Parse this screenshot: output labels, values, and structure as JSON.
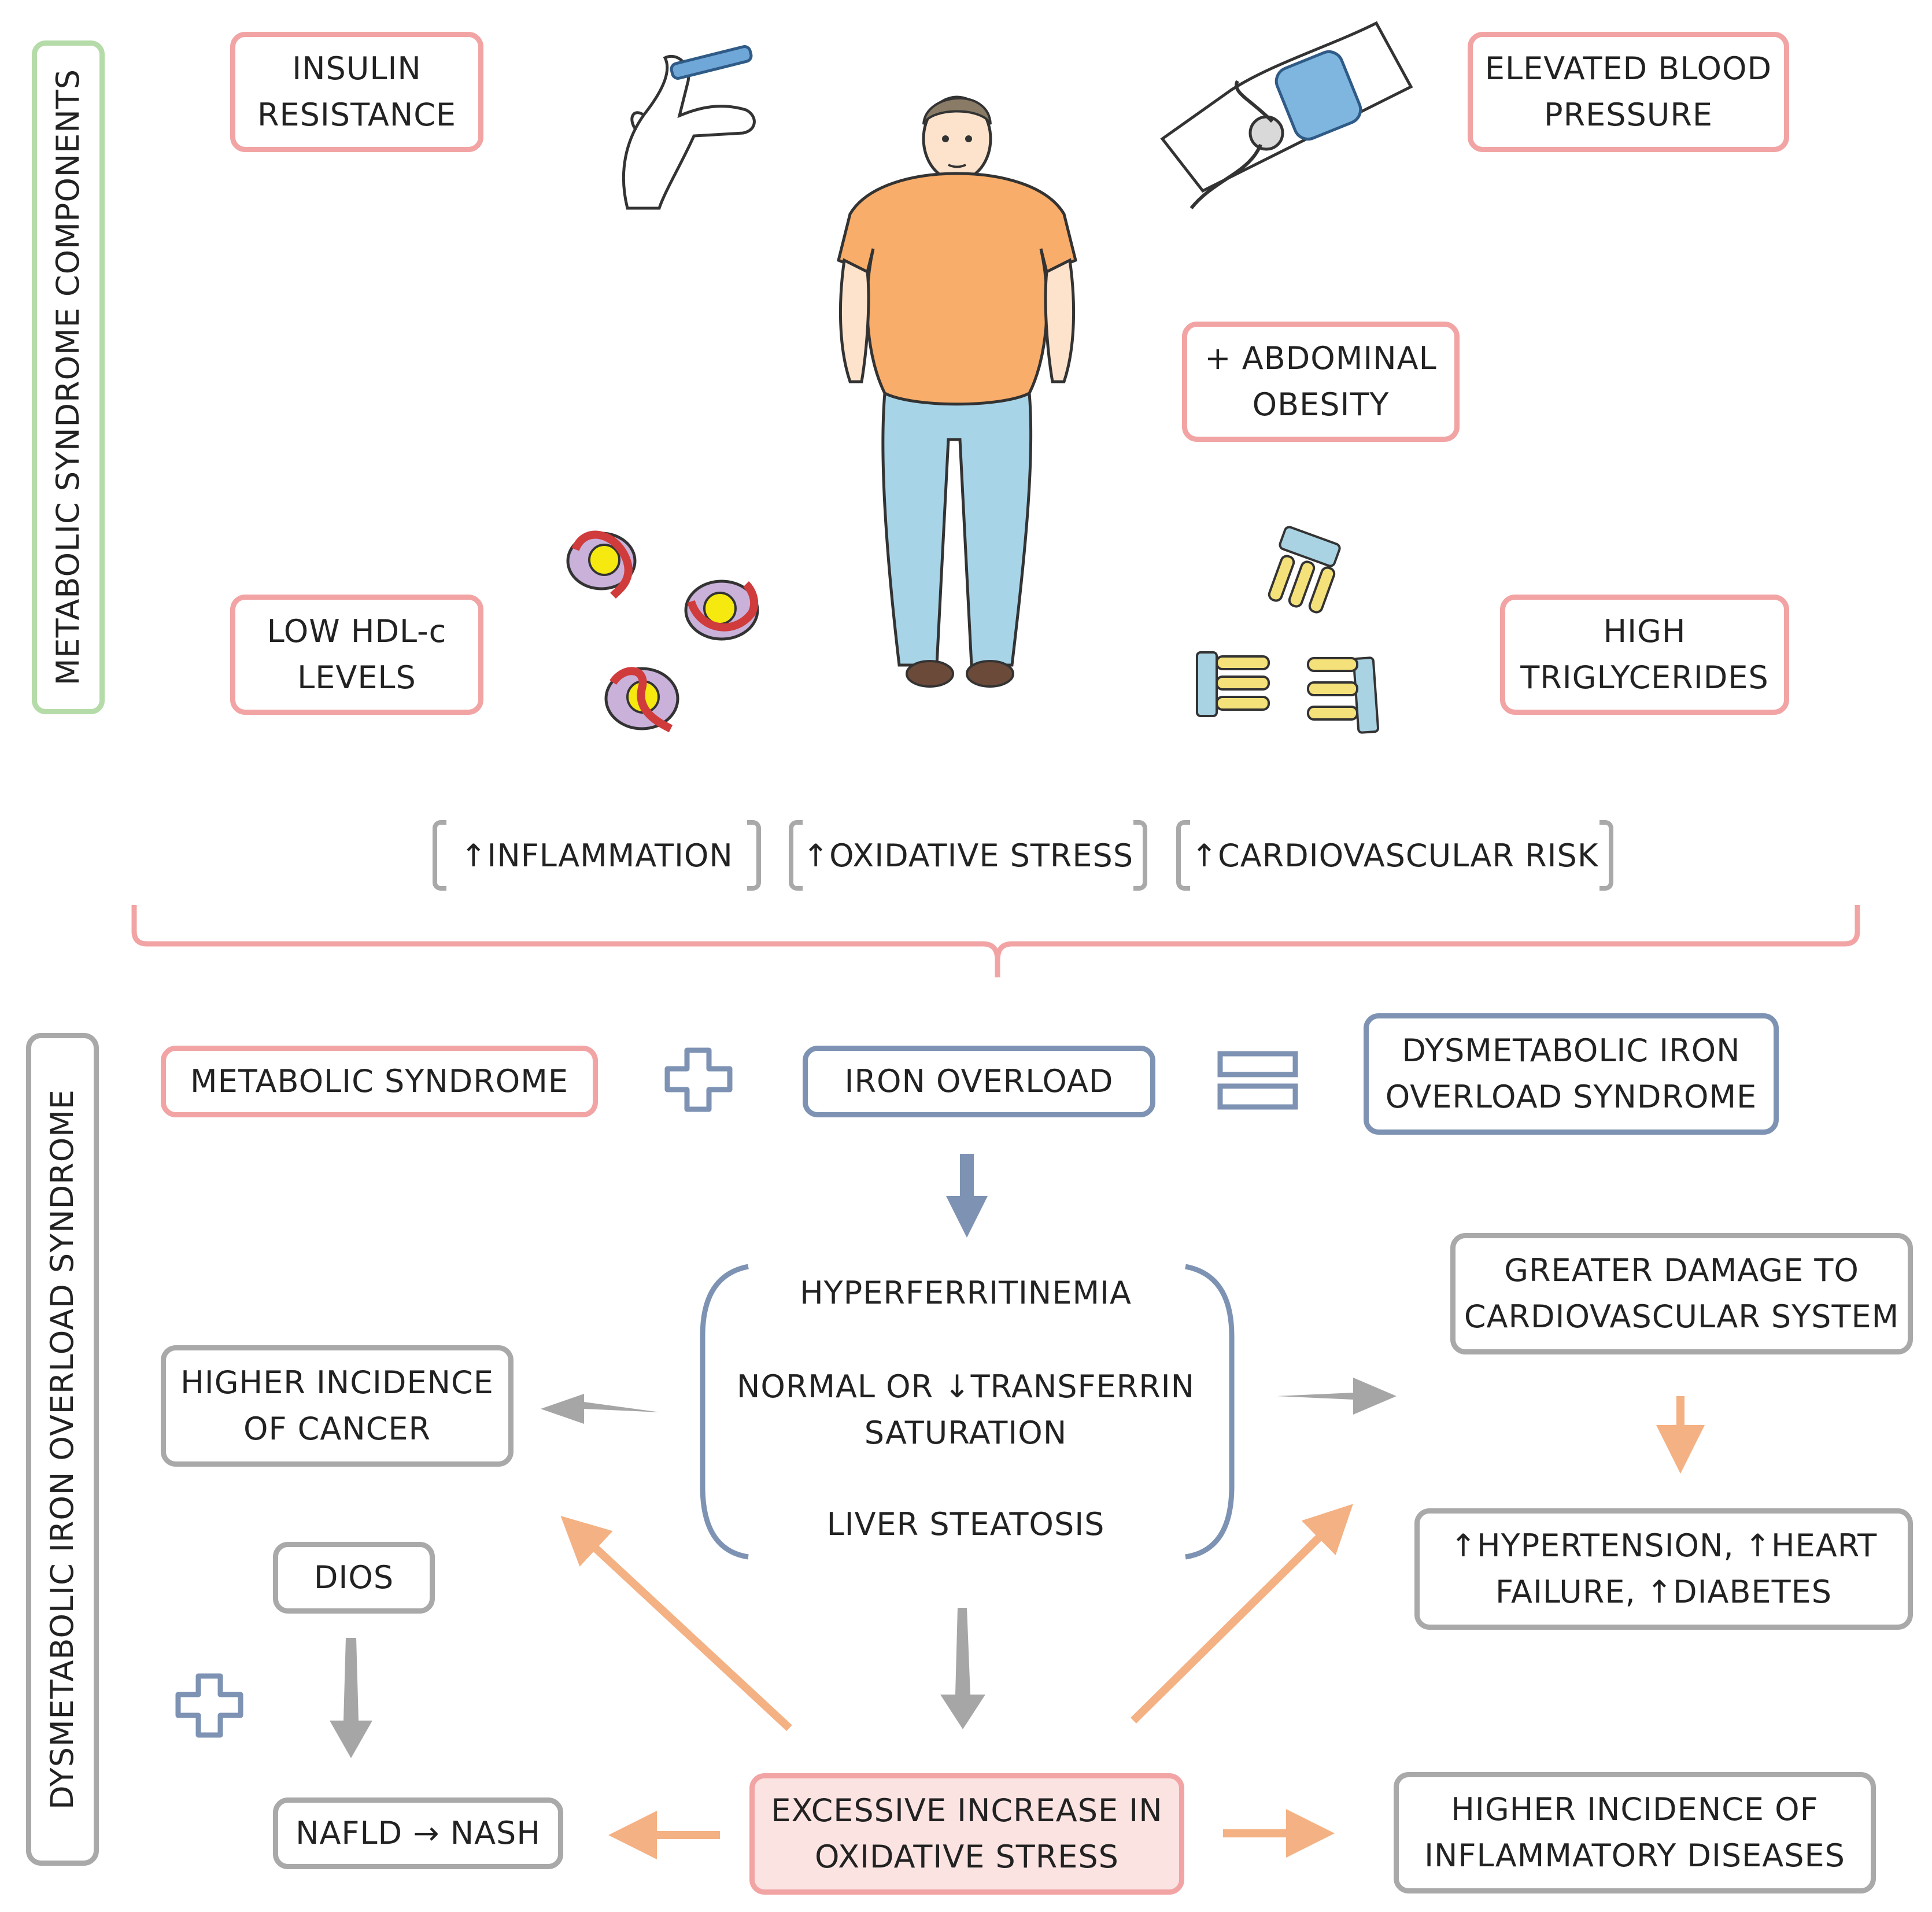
{
  "section_labels": {
    "top": "METABOLIC SYNDROME COMPONENTS",
    "bottom": "DYSMETABOLIC IRON OVERLOAD SYNDROME"
  },
  "components": {
    "insulin_resistance": [
      "INSULIN",
      "RESISTANCE"
    ],
    "elevated_bp": [
      "ELEVATED BLOOD",
      "PRESSURE"
    ],
    "abdominal_obesity": [
      "+ ABDOMINAL",
      "OBESITY"
    ],
    "low_hdl": [
      "LOW HDL-c",
      "LEVELS"
    ],
    "high_tg": [
      "HIGH",
      "TRIGLYCERIDES"
    ]
  },
  "effects": {
    "inflammation": "↑INFLAMMATION",
    "oxidative_stress": "↑OXIDATIVE STRESS",
    "cardiovascular_risk": "↑CARDIOVASCULAR RISK"
  },
  "equation": {
    "metabolic_syndrome": "METABOLIC SYNDROME",
    "iron_overload": "IRON OVERLOAD",
    "dios": [
      "DYSMETABOLIC IRON",
      "OVERLOAD SYNDROME"
    ]
  },
  "features": {
    "hyperferritinemia": "HYPERFERRITINEMIA",
    "transferrin": [
      "NORMAL OR ↓TRANSFERRIN",
      "SATURATION"
    ],
    "steatosis": "LIVER STEATOSIS"
  },
  "outcomes": {
    "cancer": [
      "HIGHER INCIDENCE",
      "OF CANCER"
    ],
    "cardio_damage": [
      "GREATER DAMAGE TO",
      "CARDIOVASCULAR SYSTEM"
    ],
    "hypertension": [
      "↑HYPERTENSION, ↑HEART",
      "FAILURE, ↑DIABETES"
    ],
    "dios_short": "DIOS",
    "nafld": "NAFLD → NASH",
    "oxidative": [
      "EXCESSIVE INCREASE IN",
      "OXIDATIVE STRESS"
    ],
    "inflammatory": [
      "HIGHER INCIDENCE OF",
      "INFLAMMATORY DISEASES"
    ]
  },
  "colors": {
    "pink_border": "#f2a4a4",
    "pink_fill": "#fbe3e2",
    "blue_border": "#7e93b3",
    "grey_border": "#a9a9a9",
    "green_border": "#b5dba8",
    "orange_arrow": "#f4b183",
    "grey_arrow": "#a6a6a6",
    "blue_arrow": "#7e93b3"
  },
  "icons": [
    "insulin-pen-icon",
    "blood-pressure-cuff-icon",
    "obese-man-illustration",
    "hdl-particle-icon",
    "triglyceride-molecule-icon",
    "plus-icon",
    "equals-icon"
  ]
}
